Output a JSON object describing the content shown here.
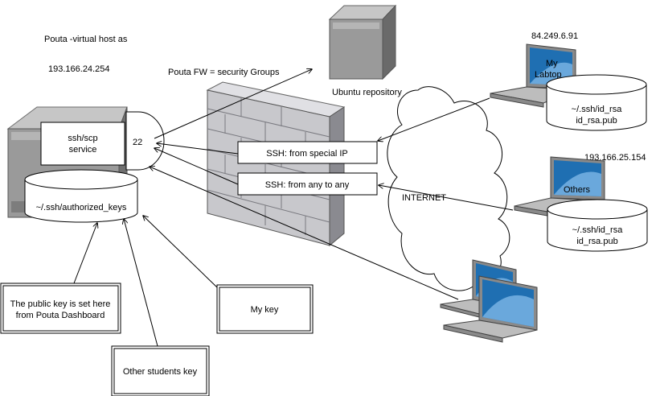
{
  "labels": {
    "host_title": "Pouta -virtual host as",
    "host_ip": "193.166.24.254",
    "fw_title": "Pouta FW = security Groups",
    "ubuntu": "Ubuntu repository",
    "laptop_ip_top": "84.249.6.91",
    "my_laptop_line1": "My",
    "my_laptop_line2": "Labtop",
    "others_ip": "193.166.25.154",
    "others": "Others",
    "internet": "INTERNET",
    "port": "22"
  },
  "boxes": {
    "ssh_service_line1": "ssh/scp",
    "ssh_service_line2": "service",
    "authorized_keys": "~/.ssh/authorized_keys",
    "rule_special_ip": "SSH: from special IP",
    "rule_any": "SSH: from any to any",
    "public_key_line1": "The public key is set here",
    "public_key_line2": "from Pouta Dashboard",
    "my_key": "My key",
    "other_students_key": "Other students key",
    "my_id_rsa_line1": "~/.ssh/id_rsa",
    "my_id_rsa_line2": "id_rsa.pub",
    "others_id_rsa_line1": "~/.ssh/id_rsa",
    "others_id_rsa_line2": "id_rsa.pub"
  },
  "colors": {
    "line": "#000000",
    "server_body": "#9a9a9a",
    "server_dark": "#5a5a5a",
    "wall": "#c8c8cc",
    "wall_dark": "#7a7a80",
    "screen": "#1f6fb2",
    "screen_light": "#6aa8dc",
    "laptop_body": "#bdbdbd"
  },
  "icons": [
    "server-icon",
    "firewall-icon",
    "cloud-icon",
    "laptop-icon"
  ]
}
